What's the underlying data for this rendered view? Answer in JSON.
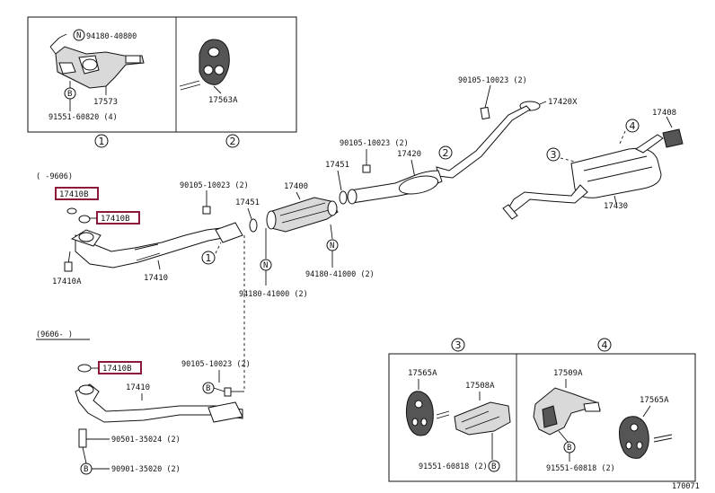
{
  "labels": {
    "inset1_n_part": "94180-40800",
    "inset1_part": "17573",
    "inset1_b_part": "91551-60820 (4)",
    "inset1_circle": "1",
    "inset2_part": "17563A",
    "inset2_circle": "2",
    "bolt_top": "90105-10023 (2)",
    "gasket_top": "17420X",
    "p17408": "17408",
    "circle4_main": "4",
    "circle3_main": "3",
    "p17430": "17430",
    "bolt_mid": "90105-10023 (2)",
    "circle2_main": "2",
    "p17420": "17420",
    "p17451a": "17451",
    "p17400": "17400",
    "p17451b": "17451",
    "bolt_left": "90105-10023 (2)",
    "nut_right": "94180-41000 (2)",
    "nut_left": "94180-41000 (2)",
    "circle1_main": "1",
    "range1": "(   -9606)",
    "hl1": "17410B",
    "hl2": "17410B",
    "p17410a": "17410A",
    "p17410_top": "17410",
    "range2": "(9606-    )",
    "hl3": "17410B",
    "p17410_bot": "17410",
    "bolt_bot": "90105-10023 (2)",
    "spring_bot": "90501-35024 (2)",
    "b_bot": "90901-35020 (2)",
    "inset3_circle": "3",
    "inset3_part_a": "17565A",
    "inset3_part_b": "17508A",
    "inset3_b_part": "91551-60818 (2)",
    "inset4_circle": "4",
    "inset4_part_a": "17509A",
    "inset4_part_b": "17565A",
    "inset4_b_part": "91551-60818 (2)",
    "code": "170071",
    "letter_n": "N",
    "letter_b": "B"
  }
}
